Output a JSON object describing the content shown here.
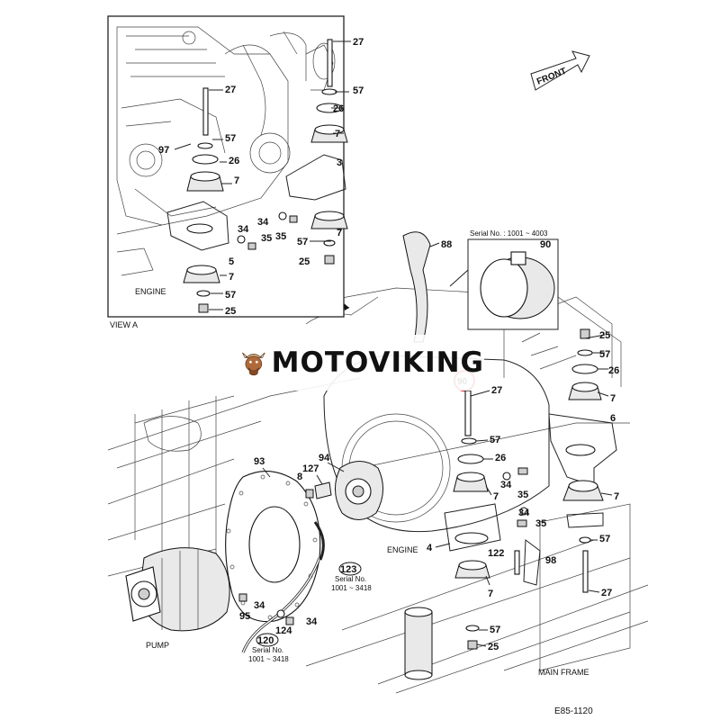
{
  "brand": "MOTOVIKING",
  "figure_code": "E85-1120",
  "view_a": {
    "caption": "VIEW A",
    "engine_label": "ENGINE",
    "callouts": [
      "27",
      "27",
      "57",
      "26",
      "7",
      "97",
      "57",
      "26",
      "3",
      "7",
      "34",
      "34",
      "35",
      "35",
      "7",
      "57",
      "5",
      "25",
      "7",
      "57",
      "25"
    ]
  },
  "front_label": "FRONT",
  "pointer_label": "A",
  "serial_box": {
    "serial_text": "Serial No. : 1001 ~ 4003",
    "part": "90",
    "pointer_part": "88"
  },
  "labels": {
    "engine": "ENGINE",
    "pump": "PUMP",
    "main_frame": "MAIN FRAME"
  },
  "serial_notes": {
    "note_123": {
      "part": "123",
      "line1": "Serial No.",
      "line2": "1001 ~ 3418"
    },
    "note_120": {
      "part": "120",
      "line1": "Serial No.",
      "line2": "1001 ~ 3418"
    }
  },
  "main_callouts": {
    "c25a": "25",
    "c57a": "57",
    "c26a": "26",
    "c7a": "7",
    "c6": "6",
    "c7b": "7",
    "c90": "90",
    "c27a": "27",
    "c57b": "57",
    "c26b": "26",
    "c7c": "7",
    "c34a": "34",
    "c35a": "35",
    "c34b": "34",
    "c35b": "35",
    "c93": "93",
    "c94": "94",
    "c127": "127",
    "c8": "8",
    "c4": "4",
    "c122": "122",
    "c98": "98",
    "c57c": "57",
    "c7d": "7",
    "c27b": "27",
    "c34c": "34",
    "c95": "95",
    "c124": "124",
    "c34d": "34",
    "c57d": "57",
    "c25b": "25"
  }
}
